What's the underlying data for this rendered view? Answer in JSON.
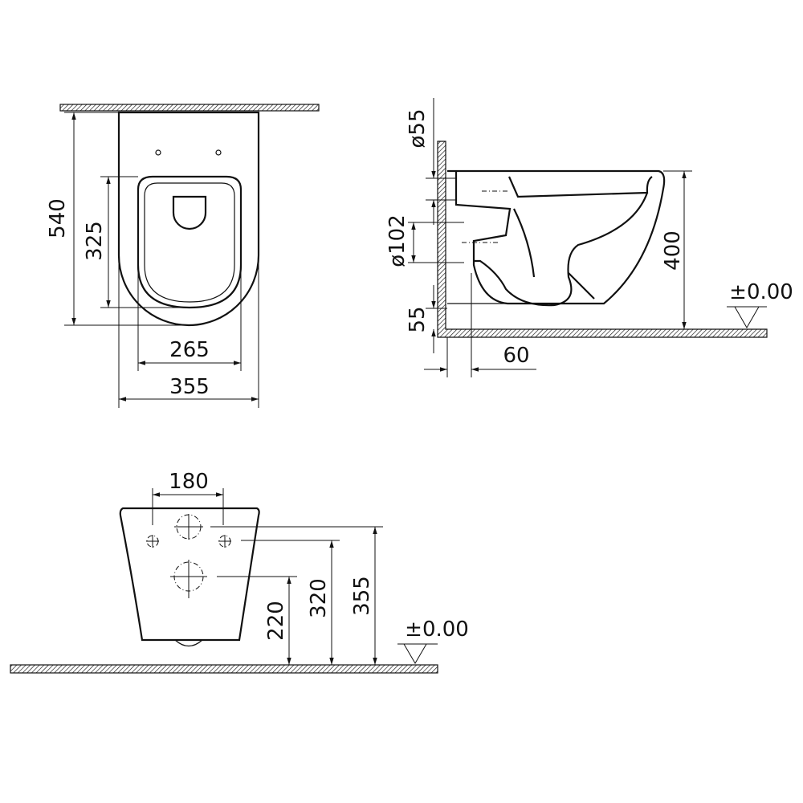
{
  "top_view": {
    "depth": "540",
    "seat_depth": "325",
    "seat_width": "265",
    "width": "355"
  },
  "side_view": {
    "inlet_diameter": "ø55",
    "outlet_diameter": "ø102",
    "bottom_offset": "55",
    "wall_offset": "60",
    "height": "400",
    "level": "±0.00"
  },
  "front_view": {
    "bolt_spacing": "180",
    "outlet_height": "220",
    "bolt_height": "320",
    "inlet_height": "355",
    "level": "±0.00"
  },
  "colors": {
    "line": "#111111",
    "background": "#ffffff"
  }
}
